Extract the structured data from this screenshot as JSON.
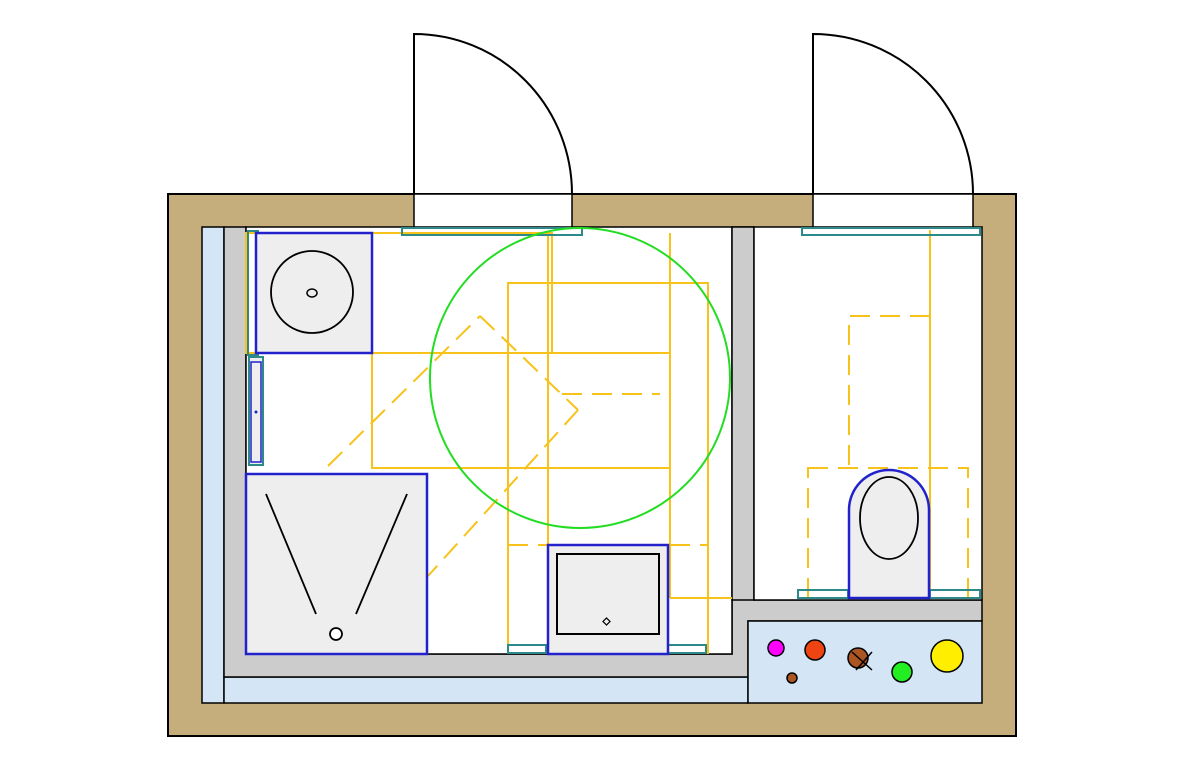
{
  "plan": {
    "type": "bathroom floor plan",
    "rooms": [
      "main-bathroom",
      "wc"
    ],
    "doors": 2,
    "fixtures": [
      "washbasin",
      "radiator",
      "shower-tray",
      "bathtub-small",
      "toilet"
    ],
    "turning_circle_color": "#22dd22",
    "connector_dots": [
      {
        "name": "magenta",
        "color": "#ff00ff"
      },
      {
        "name": "red-orange",
        "color": "#ee4411"
      },
      {
        "name": "brown",
        "color": "#aa5522"
      },
      {
        "name": "brown-crossed",
        "color": "#aa5522"
      },
      {
        "name": "green",
        "color": "#22ee22"
      },
      {
        "name": "yellow",
        "color": "#ffee00"
      }
    ]
  },
  "colors": {
    "wall_outer": "#c6ad7c",
    "wall_inner": "#cccccc",
    "insulation": "#d4e6f5",
    "fixture_fill": "#eeeeee",
    "clearance_lines": "#f7c21a",
    "fixture_outline": "#2222cc",
    "fitting_lines": "#2d8a8a"
  }
}
